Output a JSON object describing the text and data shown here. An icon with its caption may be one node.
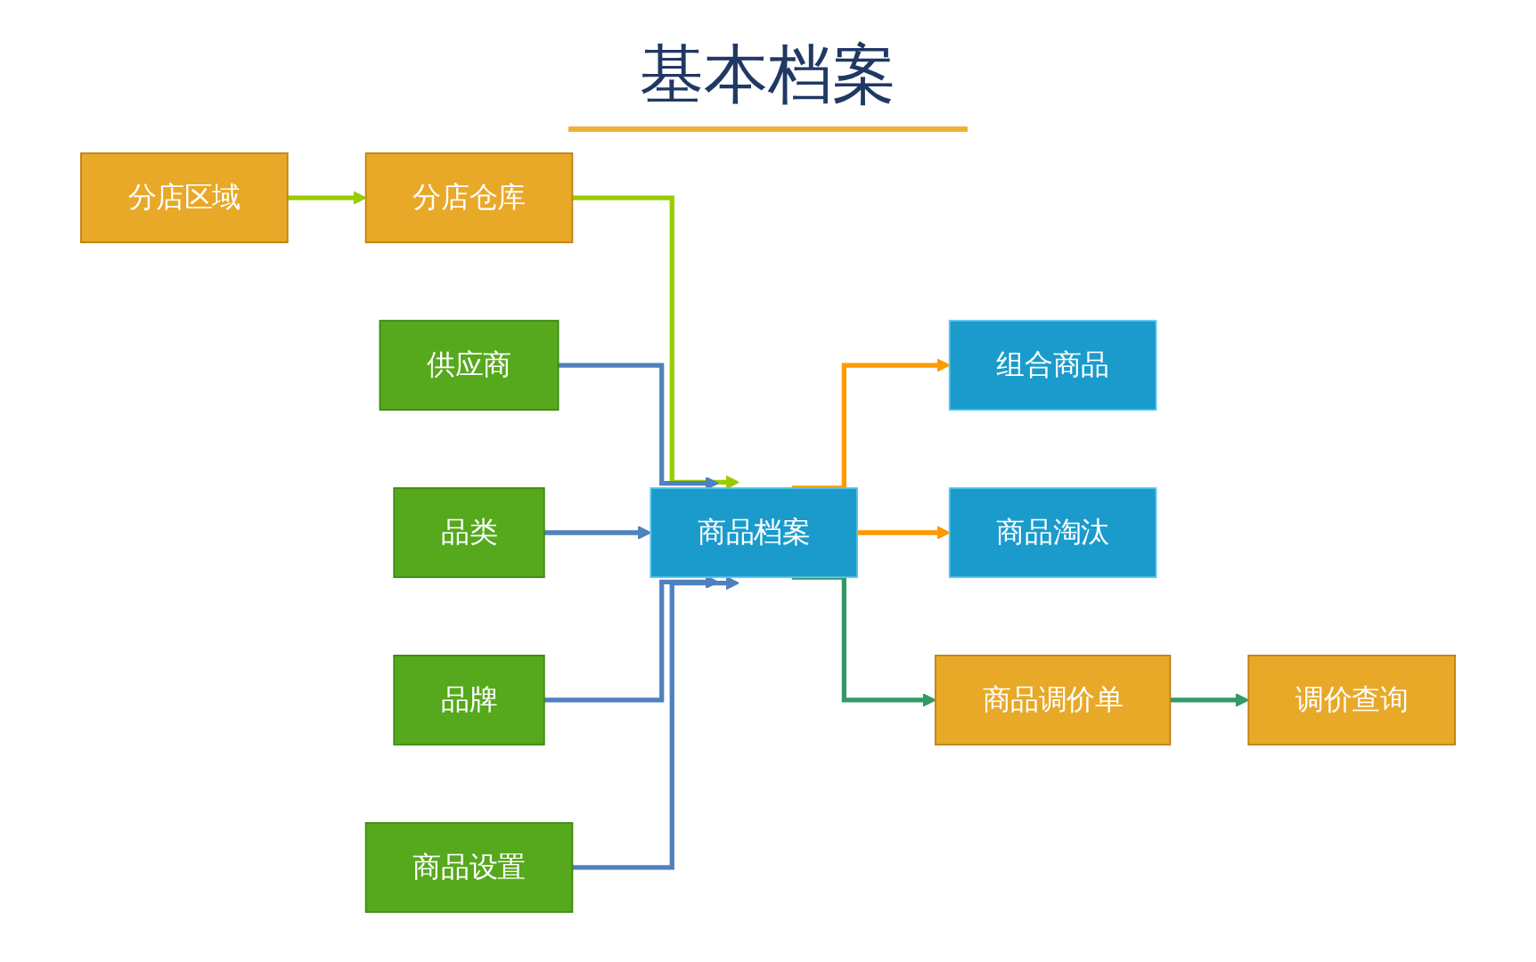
{
  "diagram": {
    "title": "基本档案",
    "nodes": [
      {
        "text": [
          "分店区域"
        ]
      },
      {
        "text": [
          "分店仓库"
        ]
      },
      {
        "text": [
          "供应商"
        ]
      },
      {
        "text": [
          "品类"
        ]
      },
      {
        "text": [
          "品牌"
        ]
      },
      {
        "text": [
          "商品设置"
        ]
      },
      {
        "text": [
          "商品档案"
        ]
      },
      {
        "text": [
          "组合商品"
        ]
      },
      {
        "text": [
          "商品淘汰"
        ]
      },
      {
        "text": [
          "商品调价单"
        ]
      },
      {
        "text": [
          "调价查询"
        ]
      }
    ],
    "edges": [
      {
        "from": 0,
        "to": 1,
        "arrow": "to",
        "color": "#99cc00"
      },
      {
        "from": 1,
        "to": 6,
        "arrow": "to",
        "color": "#99cc00"
      },
      {
        "from": 2,
        "to": 6,
        "arrow": "to",
        "color": "#4f81bd"
      },
      {
        "from": 3,
        "to": 6,
        "arrow": "to",
        "color": "#4f81bd"
      },
      {
        "from": 4,
        "to": 6,
        "arrow": "to",
        "color": "#4f81bd"
      },
      {
        "from": 5,
        "to": 6,
        "arrow": "to",
        "color": "#4f81bd"
      },
      {
        "from": 6,
        "to": 7,
        "arrow": "to",
        "color": "#ff9900"
      },
      {
        "from": 6,
        "to": 8,
        "arrow": "to",
        "color": "#ff9900"
      },
      {
        "from": 6,
        "to": 9,
        "arrow": "to",
        "color": "#339966"
      },
      {
        "from": 9,
        "to": 10,
        "arrow": "to",
        "color": "#339966"
      }
    ]
  }
}
